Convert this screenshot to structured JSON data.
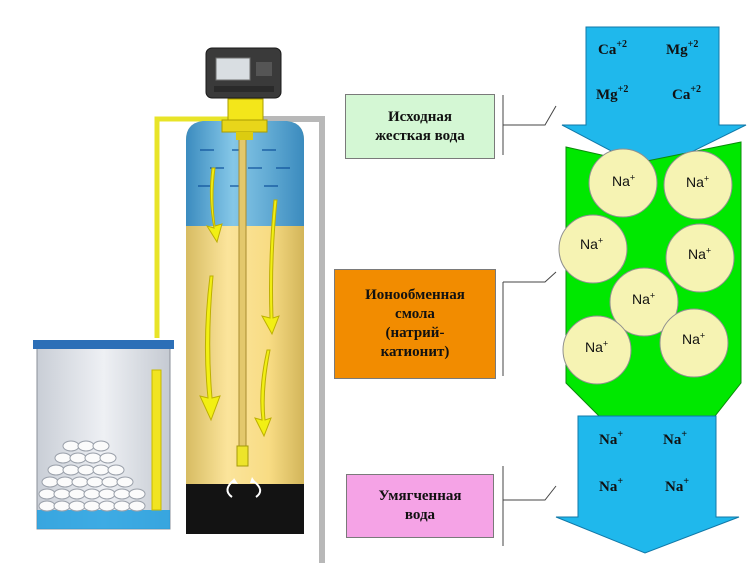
{
  "labels": {
    "hard_water": [
      "Исходная",
      "жесткая вода"
    ],
    "resin": [
      "Ионообменная",
      "смола",
      "(натрий-",
      "катионит)"
    ],
    "soft_water": [
      "Умягченная",
      "вода"
    ]
  },
  "top_ions": [
    {
      "el": "Ca",
      "charge": "+2"
    },
    {
      "el": "Mg",
      "charge": "+2"
    },
    {
      "el": "Mg",
      "charge": "+2"
    },
    {
      "el": "Ca",
      "charge": "+2"
    }
  ],
  "bead_ions": [
    {
      "el": "Na",
      "charge": "+"
    },
    {
      "el": "Na",
      "charge": "+"
    },
    {
      "el": "Na",
      "charge": "+"
    },
    {
      "el": "Na",
      "charge": "+"
    },
    {
      "el": "Na",
      "charge": "+"
    },
    {
      "el": "Na",
      "charge": "+"
    },
    {
      "el": "Na",
      "charge": "+"
    }
  ],
  "bottom_ions": [
    {
      "el": "Na",
      "charge": "+"
    },
    {
      "el": "Na",
      "charge": "+"
    },
    {
      "el": "Na",
      "charge": "+"
    },
    {
      "el": "Na",
      "charge": "+"
    }
  ],
  "colors": {
    "water": "#1fb8ec",
    "resin_bg": "#00e800",
    "bead": "#f6f3b3",
    "sand": "#f5d87e",
    "yellow_arrow": "#f2ef14",
    "label_hard": "#d4f7d4",
    "label_resin": "#f28c00",
    "label_soft": "#f5a3e6"
  }
}
